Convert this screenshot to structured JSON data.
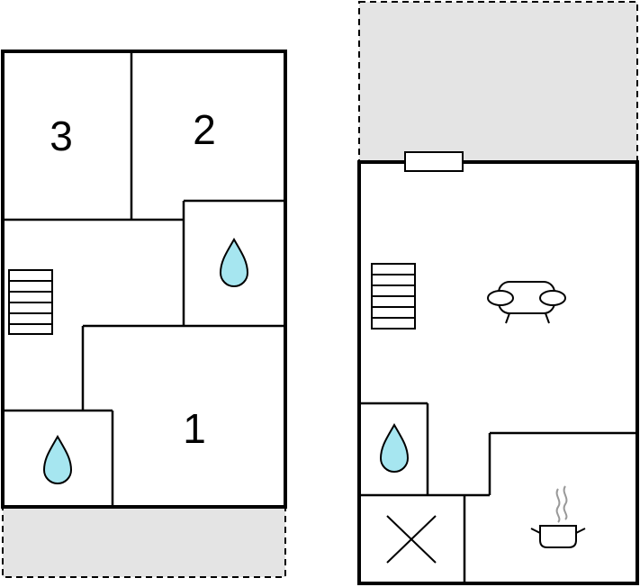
{
  "floor_plan": {
    "ground_floor": {
      "rooms": [
        {
          "id": "room-3",
          "label": "3",
          "kind": "bedroom"
        },
        {
          "id": "room-2",
          "label": "2",
          "kind": "bedroom"
        },
        {
          "id": "room-1",
          "label": "1",
          "kind": "bedroom"
        },
        {
          "id": "bath-upper",
          "label": "",
          "kind": "bathroom"
        },
        {
          "id": "bath-lower",
          "label": "",
          "kind": "bathroom"
        }
      ],
      "icons": [
        "staircase-icon",
        "water-drop-icon",
        "water-drop-icon"
      ],
      "outdoor": "terrace"
    },
    "upper_floor": {
      "rooms": [
        {
          "id": "living",
          "label": "",
          "kind": "living-room"
        },
        {
          "id": "bath",
          "label": "",
          "kind": "bathroom"
        },
        {
          "id": "kitchen",
          "label": "",
          "kind": "kitchen"
        },
        {
          "id": "closed",
          "label": "",
          "kind": "no-access"
        }
      ],
      "icons": [
        "staircase-icon",
        "sofa-icon",
        "water-drop-icon",
        "cooking-pot-icon",
        "cross-icon",
        "window-icon"
      ],
      "outdoor": "terrace"
    },
    "colors": {
      "walls": "#000000",
      "terrace": "#e4e4e4",
      "water": "#a6e6f0",
      "steam": "#999999"
    }
  }
}
